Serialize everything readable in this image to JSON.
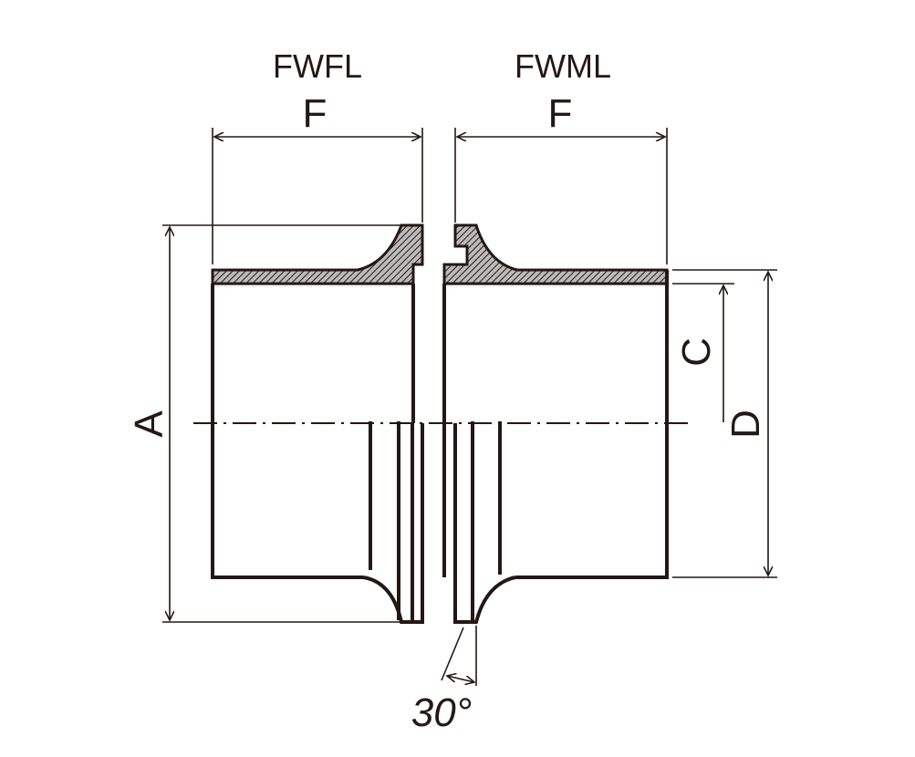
{
  "diagram": {
    "labels": {
      "fwfl": "FWFL",
      "fwml": "FWML",
      "f_left": "F",
      "f_right": "F",
      "a": "A",
      "c": "C",
      "d": "D",
      "angle": "30°"
    },
    "colors": {
      "ink": "#231815",
      "hatch_fill": "#8a8686",
      "background": "#ffffff"
    }
  }
}
